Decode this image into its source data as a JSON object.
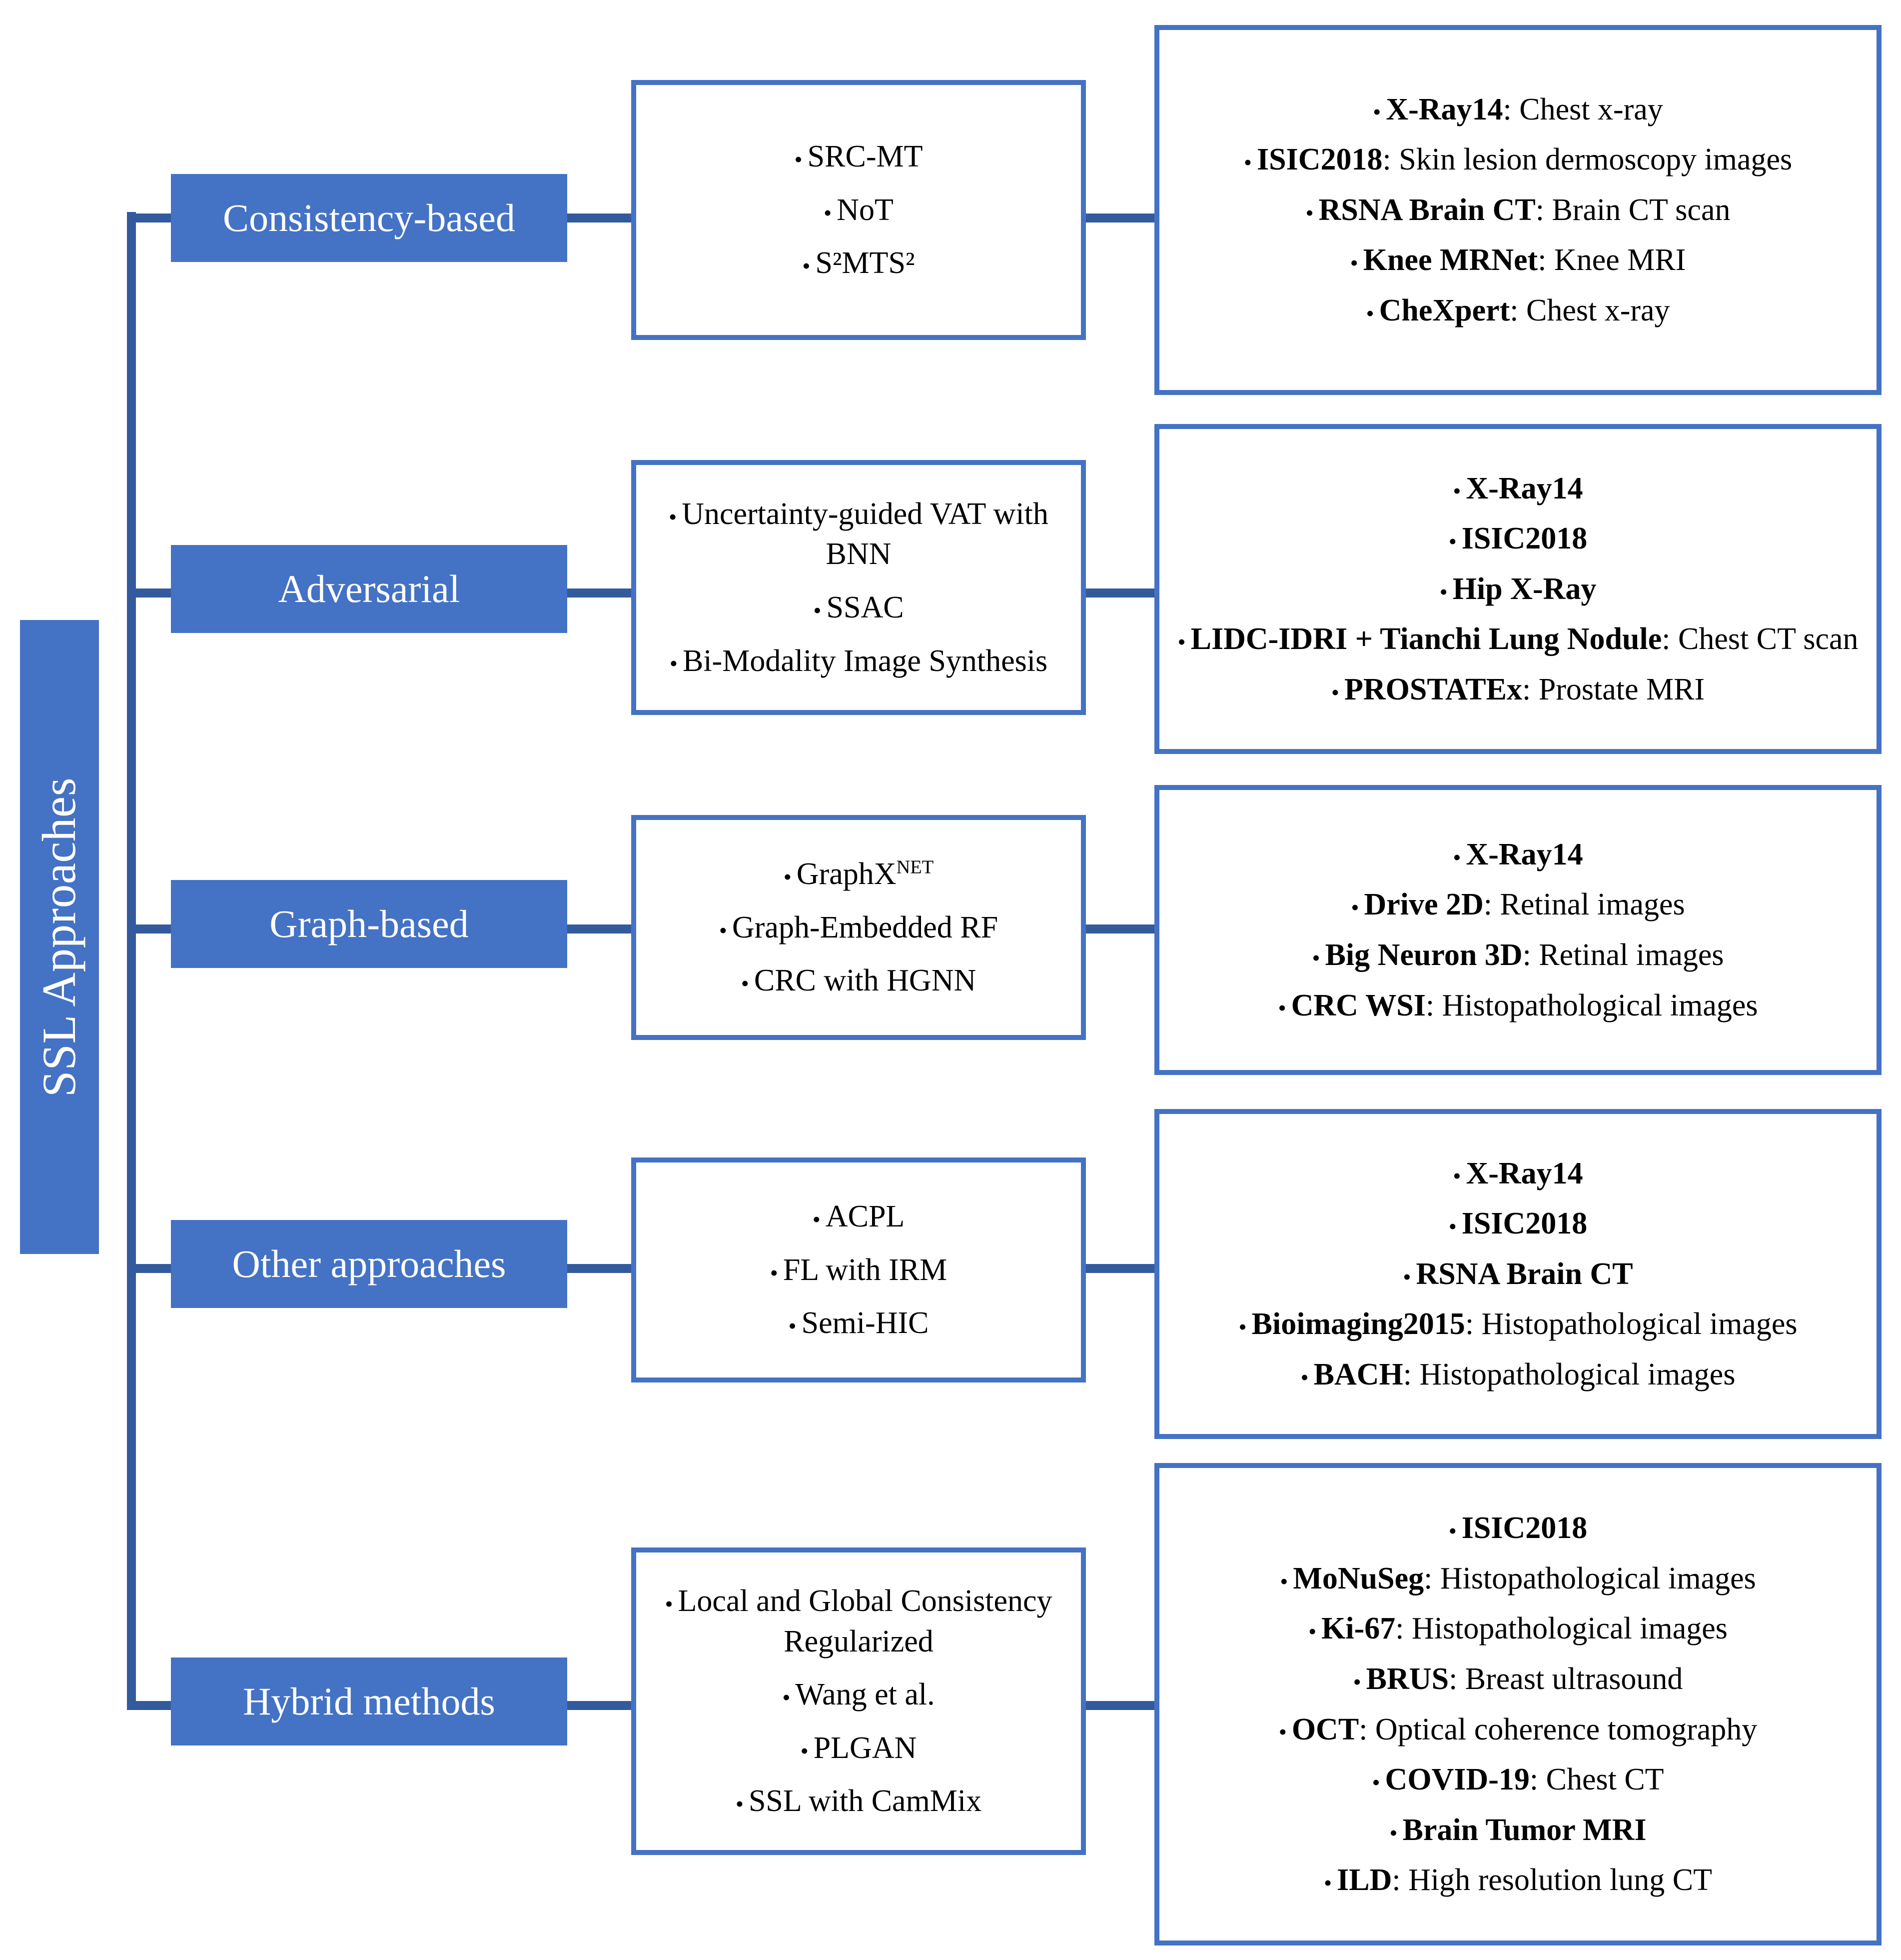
{
  "root": {
    "label": "SSL Approaches"
  },
  "colors": {
    "box_fill": "#4472c4",
    "box_border": "#4472c4",
    "connector": "#335a9c",
    "text_on_fill": "#ffffff",
    "text": "#000000",
    "background": "#ffffff"
  },
  "bullet": "•",
  "branches": [
    {
      "category": "Consistency-based",
      "methods": [
        {
          "text": "SRC-MT"
        },
        {
          "text": "NoT"
        },
        {
          "text": "S²MTS²"
        }
      ],
      "datasets": [
        {
          "name": "X-Ray14",
          "desc": ": Chest x-ray"
        },
        {
          "name": "ISIC2018",
          "desc": ": Skin lesion dermoscopy images"
        },
        {
          "name": "RSNA Brain CT",
          "desc": ": Brain CT scan"
        },
        {
          "name": "Knee MRNet",
          "desc": ": Knee MRI"
        },
        {
          "name": "CheXpert",
          "desc": ": Chest x-ray"
        }
      ]
    },
    {
      "category": "Adversarial",
      "methods": [
        {
          "text": "Uncertainty-guided VAT with BNN"
        },
        {
          "text": "SSAC"
        },
        {
          "text": "Bi-Modality Image Synthesis"
        }
      ],
      "datasets": [
        {
          "name": "X-Ray14",
          "desc": ""
        },
        {
          "name": "ISIC2018",
          "desc": ""
        },
        {
          "name": "Hip X-Ray",
          "desc": ""
        },
        {
          "name": "LIDC-IDRI + Tianchi Lung Nodule",
          "desc": ": Chest CT scan"
        },
        {
          "name": "PROSTATEx",
          "desc": ": Prostate MRI"
        }
      ]
    },
    {
      "category": "Graph-based",
      "methods": [
        {
          "text": "GraphX",
          "sup": "NET"
        },
        {
          "text": "Graph-Embedded RF"
        },
        {
          "text": "CRC with HGNN"
        }
      ],
      "datasets": [
        {
          "name": "X-Ray14",
          "desc": ""
        },
        {
          "name": "Drive 2D",
          "desc": ": Retinal images"
        },
        {
          "name": "Big Neuron 3D",
          "desc": ": Retinal images"
        },
        {
          "name": "CRC WSI",
          "desc": ": Histopathological images"
        }
      ]
    },
    {
      "category": "Other approaches",
      "methods": [
        {
          "text": "ACPL"
        },
        {
          "text": "FL with IRM"
        },
        {
          "text": "Semi-HIC"
        }
      ],
      "datasets": [
        {
          "name": "X-Ray14",
          "desc": ""
        },
        {
          "name": "ISIC2018",
          "desc": ""
        },
        {
          "name": "RSNA Brain CT",
          "desc": ""
        },
        {
          "name": "Bioimaging2015",
          "desc": ": Histopathological images"
        },
        {
          "name": "BACH",
          "desc": ": Histopathological images"
        }
      ]
    },
    {
      "category": "Hybrid methods",
      "methods": [
        {
          "text": "Local and Global Consistency Regularized"
        },
        {
          "text": "Wang et al."
        },
        {
          "text": "PLGAN"
        },
        {
          "text": "SSL with CamMix"
        }
      ],
      "datasets": [
        {
          "name": "ISIC2018",
          "desc": ""
        },
        {
          "name": "MoNuSeg",
          "desc": ": Histopathological images"
        },
        {
          "name": "Ki-67",
          "desc": ": Histopathological images"
        },
        {
          "name": "BRUS",
          "desc": ": Breast ultrasound"
        },
        {
          "name": "OCT",
          "desc": ": Optical coherence tomography"
        },
        {
          "name": "COVID-19",
          "desc": ": Chest CT"
        },
        {
          "name": "Brain Tumor MRI",
          "desc": ""
        },
        {
          "name": "ILD",
          "desc": ": High resolution lung CT"
        }
      ]
    }
  ]
}
